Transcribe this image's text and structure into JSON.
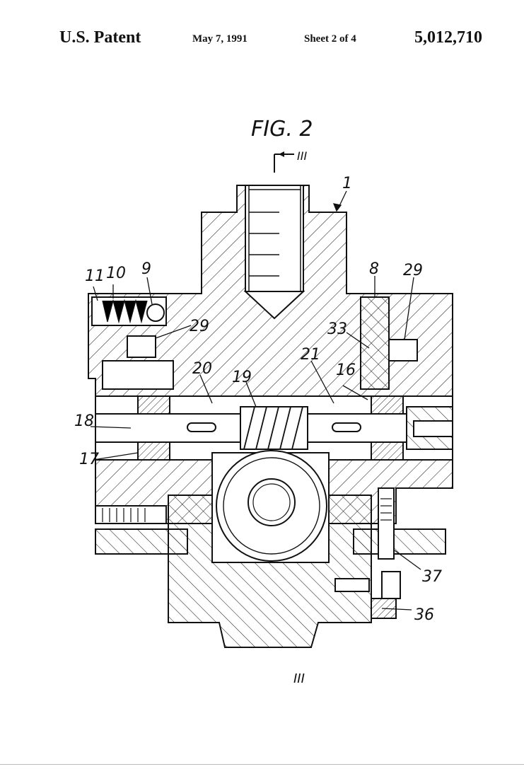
{
  "header": {
    "left": "U.S. Patent",
    "date": "May 7, 1991",
    "sheet": "Sheet 2 of 4",
    "number": "5,012,710"
  },
  "figure": {
    "title": "FIG. 2",
    "section_marker_top": "III",
    "section_marker_bottom": "III",
    "reference_numerals": [
      "1",
      "8",
      "29",
      "11",
      "10",
      "9",
      "29",
      "33",
      "20",
      "19",
      "21",
      "16",
      "18",
      "17",
      "37",
      "36"
    ]
  }
}
